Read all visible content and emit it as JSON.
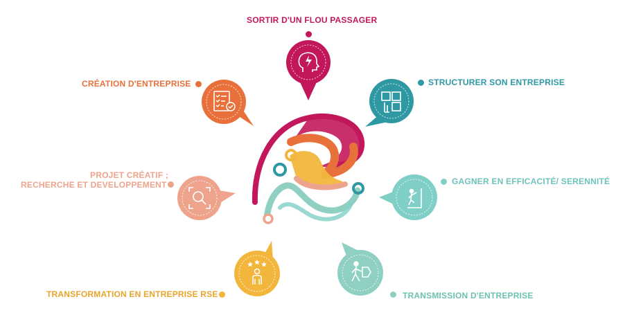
{
  "colors": {
    "magenta": "#c2185b",
    "orange": "#e8703a",
    "teal": "#2e98a3",
    "salmon": "#eea48c",
    "light_teal": "#7fcfc6",
    "yellow": "#f2b63d",
    "mint": "#8fd0c3"
  },
  "items": [
    {
      "label": "SORTIR D'UN FLOU PASSAGER",
      "icon": "head-lightning-icon",
      "color": "magenta"
    },
    {
      "label": "STRUCTURER SON ENTREPRISE",
      "icon": "puzzle-hand-icon",
      "color": "teal"
    },
    {
      "label": "GAGNER EN EFFICACITÉ/ SERENNITÉ",
      "icon": "climbing-person-icon",
      "color": "light_teal"
    },
    {
      "label": "TRANSMISSION D'ENTREPRISE",
      "icon": "person-handover-icon",
      "color": "mint"
    },
    {
      "label": "TRANSFORMATION EN ENTREPRISE RSE",
      "icon": "person-stars-icon",
      "color": "yellow"
    },
    {
      "label_line1": "PROJET CRÉATIF ;",
      "label_line2": "RECHERCHE ET DEVELOPPEMENT",
      "icon": "magnifier-frame-icon",
      "color": "salmon"
    },
    {
      "label": "CRÉATION D'ENTREPRISE",
      "icon": "checklist-icon",
      "color": "orange"
    }
  ]
}
